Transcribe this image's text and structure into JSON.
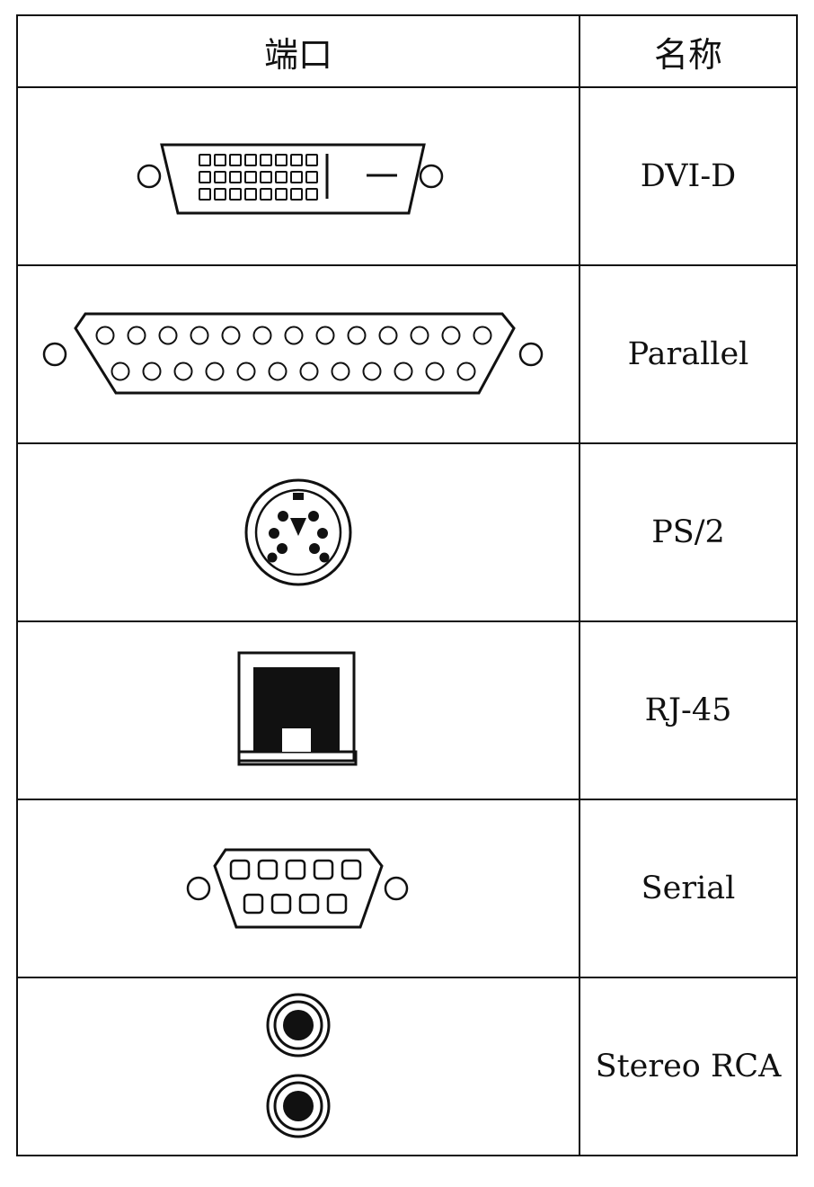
{
  "table": {
    "header": {
      "port": "端口",
      "name": "名称"
    },
    "rows": [
      {
        "icon": "dvi-d-connector-icon",
        "name": "DVI-D"
      },
      {
        "icon": "parallel-connector-icon",
        "name": "Parallel"
      },
      {
        "icon": "ps2-connector-icon",
        "name": "PS/2"
      },
      {
        "icon": "rj45-connector-icon",
        "name": "RJ-45"
      },
      {
        "icon": "serial-connector-icon",
        "name": "Serial"
      },
      {
        "icon": "stereo-rca-connector-icon",
        "name": "Stereo RCA"
      }
    ]
  },
  "colors": {
    "ink": "#111111",
    "background": "#ffffff"
  }
}
